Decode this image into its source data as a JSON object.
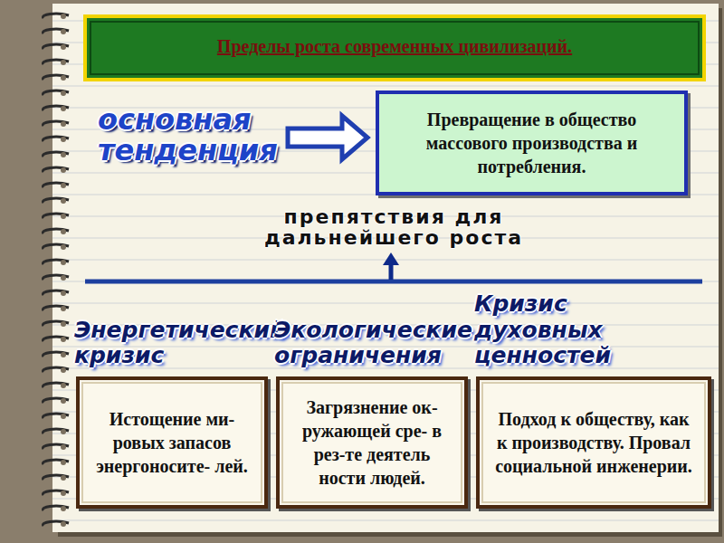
{
  "diagram": {
    "title": "Пределы роста современных цивилизаций.",
    "nodes": [
      {
        "text": [
          "Превращение в общество массового производства и потребления."
        ]
      },
      {
        "text": [
          "Энергетический кризис",
          "Истощение ми- ровых запасов энергоносите- лей."
        ]
      },
      {
        "text": [
          "Экологические ограничения",
          "Загрязнение ок- ружающей сре- в рез-те деятель ности людей."
        ]
      },
      {
        "text": [
          "Кризис духовных ценностей",
          "Подход к обществу, как к производству. Провал социальной инженерии."
        ]
      }
    ],
    "labels": [
      "основная тенденция",
      "препятствия для дальнейшего роста"
    ]
  }
}
